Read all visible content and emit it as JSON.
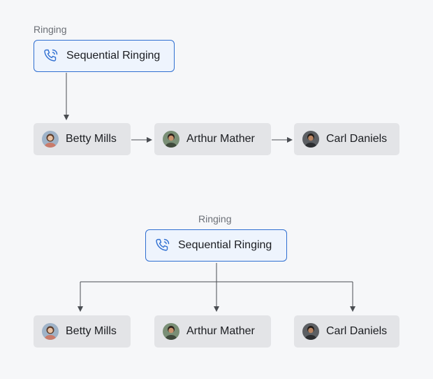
{
  "top": {
    "label": "Ringing",
    "ringing_node": {
      "label": "Sequential Ringing",
      "icon": "phone-ringing-icon"
    },
    "people": [
      {
        "name": "Betty Mills",
        "avatar": "avatar-betty"
      },
      {
        "name": "Arthur Mather",
        "avatar": "avatar-arthur"
      },
      {
        "name": "Carl Daniels",
        "avatar": "avatar-carl"
      }
    ]
  },
  "bottom": {
    "label": "Ringing",
    "ringing_node": {
      "label": "Sequential Ringing",
      "icon": "phone-ringing-icon"
    },
    "people": [
      {
        "name": "Betty Mills",
        "avatar": "avatar-betty"
      },
      {
        "name": "Arthur Mather",
        "avatar": "avatar-arthur"
      },
      {
        "name": "Carl Daniels",
        "avatar": "avatar-carl"
      }
    ]
  },
  "colors": {
    "accent": "#2f6fd1",
    "ring_bg": "#eef4fd",
    "person_bg": "#e3e4e7",
    "connector": "#4a4d52"
  }
}
